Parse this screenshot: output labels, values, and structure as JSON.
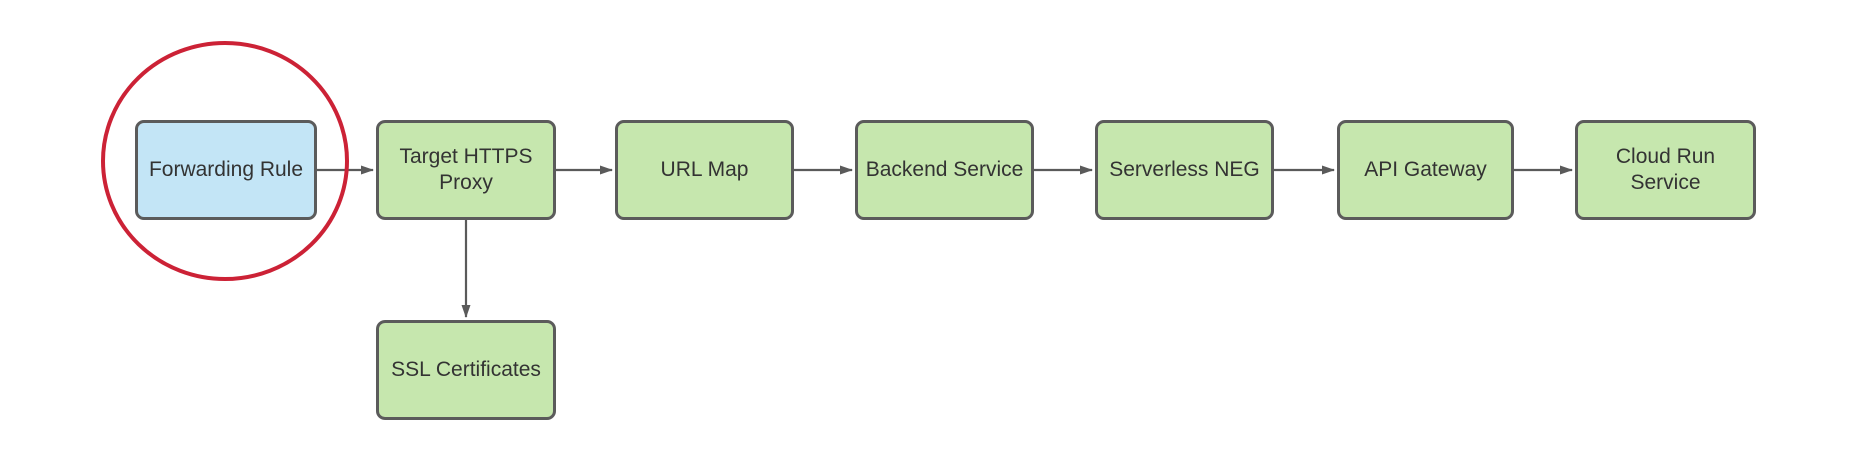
{
  "diagram": {
    "type": "flowchart",
    "nodes": [
      {
        "id": "forwarding-rule",
        "label": "Forwarding Rule",
        "fill": "blue",
        "highlighted": true
      },
      {
        "id": "target-https-proxy",
        "label": "Target HTTPS\nProxy",
        "fill": "green",
        "highlighted": false
      },
      {
        "id": "url-map",
        "label": "URL Map",
        "fill": "green",
        "highlighted": false
      },
      {
        "id": "backend-service",
        "label": "Backend Service",
        "fill": "green",
        "highlighted": false
      },
      {
        "id": "serverless-neg",
        "label": "Serverless NEG",
        "fill": "green",
        "highlighted": false
      },
      {
        "id": "api-gateway",
        "label": "API Gateway",
        "fill": "green",
        "highlighted": false
      },
      {
        "id": "cloud-run-service",
        "label": "Cloud Run\nService",
        "fill": "green",
        "highlighted": false
      },
      {
        "id": "ssl-certificates",
        "label": "SSL Certificates",
        "fill": "green",
        "highlighted": false
      }
    ],
    "edges": [
      {
        "from": "forwarding-rule",
        "to": "target-https-proxy",
        "direction": "right"
      },
      {
        "from": "target-https-proxy",
        "to": "url-map",
        "direction": "right"
      },
      {
        "from": "url-map",
        "to": "backend-service",
        "direction": "right"
      },
      {
        "from": "backend-service",
        "to": "serverless-neg",
        "direction": "right"
      },
      {
        "from": "serverless-neg",
        "to": "api-gateway",
        "direction": "right"
      },
      {
        "from": "api-gateway",
        "to": "cloud-run-service",
        "direction": "right"
      },
      {
        "from": "target-https-proxy",
        "to": "ssl-certificates",
        "direction": "down"
      }
    ],
    "annotations": [
      {
        "type": "ellipse",
        "target": "forwarding-rule",
        "color": "#cc2236"
      }
    ],
    "colors": {
      "node_fill_green": "#c6e7ae",
      "node_fill_blue": "#c3e5f6",
      "shape_border": "#5b5b5b",
      "edge_color": "#5a5a5a",
      "highlight_red": "#cc2236",
      "text_color": "#333333",
      "background": "#ffffff"
    }
  }
}
